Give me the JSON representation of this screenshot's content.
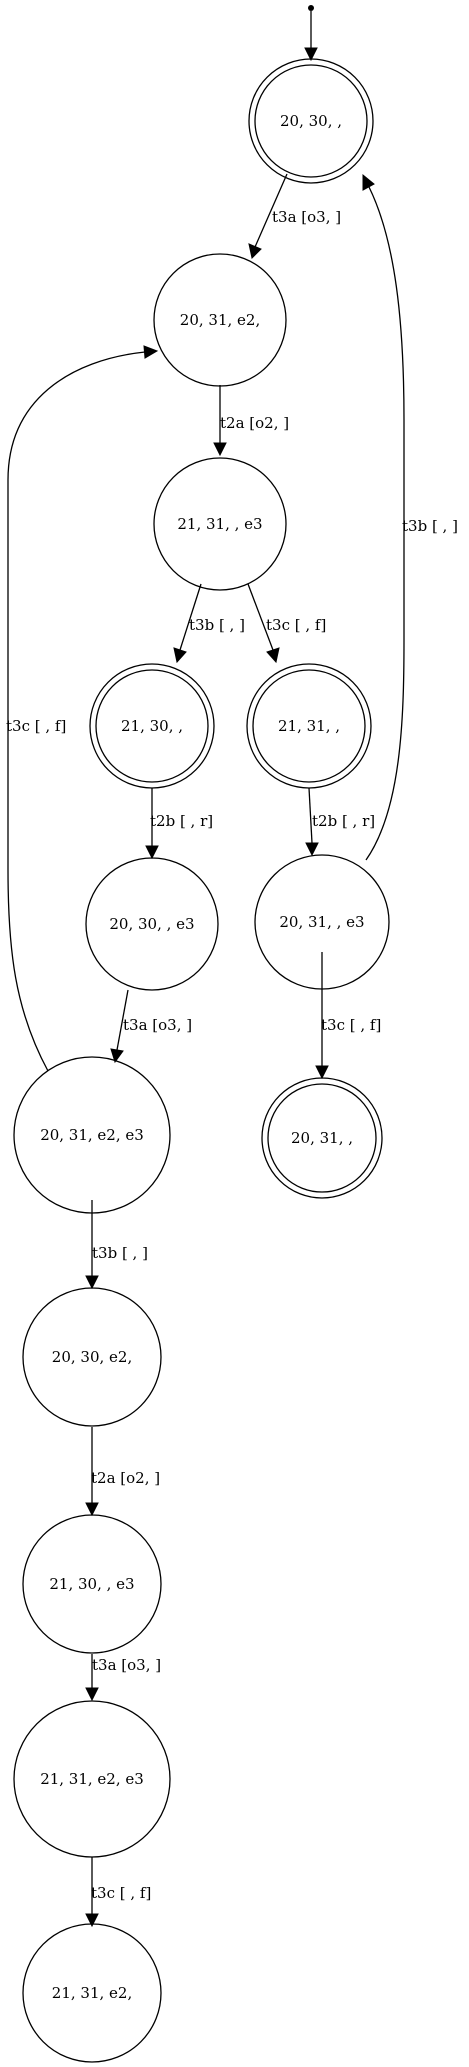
{
  "nodes": {
    "n1": "20, 30, ,",
    "n2": "20, 31, e2,",
    "n3": "21, 31, , e3",
    "n4": "21, 30, ,",
    "n5": "21, 31, ,",
    "n6": "20, 30, , e3",
    "n7": "20, 31, , e3",
    "n8": "20, 31, e2, e3",
    "n9": "20, 31, ,",
    "n10": "20, 30, e2,",
    "n11": "21, 30, , e3",
    "n12": "21, 31, e2, e3",
    "n13": "21, 31, e2,"
  },
  "edges": {
    "e1": "t3a [o3,  ]",
    "e2": "t2a [o2,  ]",
    "e3": "t3b [ ,  ]",
    "e4": "t3c [ , f]",
    "e5": "t2b [ , r]",
    "e6": "t2b [ , r]",
    "e7": "t3a [o3,  ]",
    "e8": "t3c [ , f]",
    "e9": "t3b [ ,  ]",
    "e10": "t3c [ , f]",
    "e11": "t3b [ ,  ]",
    "e12": "t2a [o2,  ]",
    "e13": "t3a [o3,  ]",
    "e14": "t3c [ , f]"
  }
}
